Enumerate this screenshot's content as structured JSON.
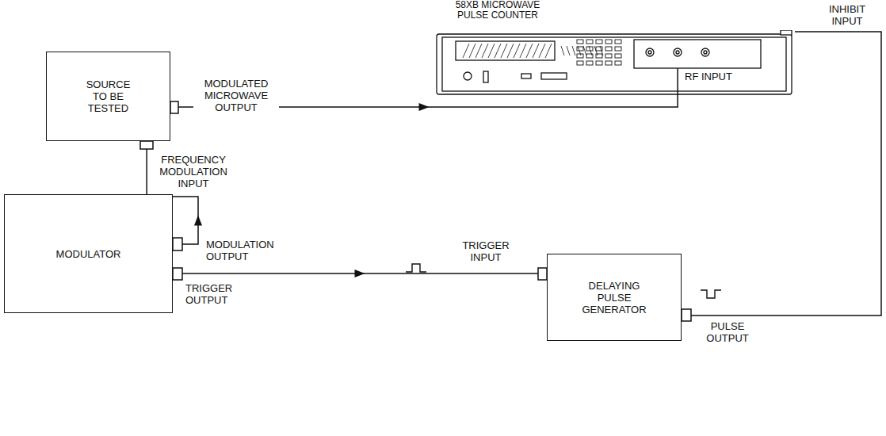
{
  "diagram": {
    "nodes": [
      {
        "text": [
          "58XB MICROWAVE PULSE COUNTER"
        ]
      },
      {
        "text": [
          "SOURCE TO BE TESTED"
        ]
      },
      {
        "text": [
          "MODULATOR"
        ]
      },
      {
        "text": [
          "DELAYING PULSE GENERATOR"
        ]
      }
    ],
    "edges": [
      {
        "from": 1,
        "to": 0,
        "arrow": "to",
        "label": "MODULATED MICROWAVE OUTPUT"
      },
      {
        "from": 2,
        "to": 1,
        "arrow": "to"
      },
      {
        "from": 2,
        "to": 3,
        "arrow": "to"
      },
      {
        "from": 3,
        "to": 0,
        "arrow": "none"
      }
    ],
    "labels": [
      "INHIBIT INPUT",
      "RF INPUT",
      "FREQUENCY MODULATION INPUT",
      "MODULATION OUTPUT",
      "TRIGGER OUTPUT",
      "TRIGGER INPUT",
      "PULSE OUTPUT"
    ]
  }
}
